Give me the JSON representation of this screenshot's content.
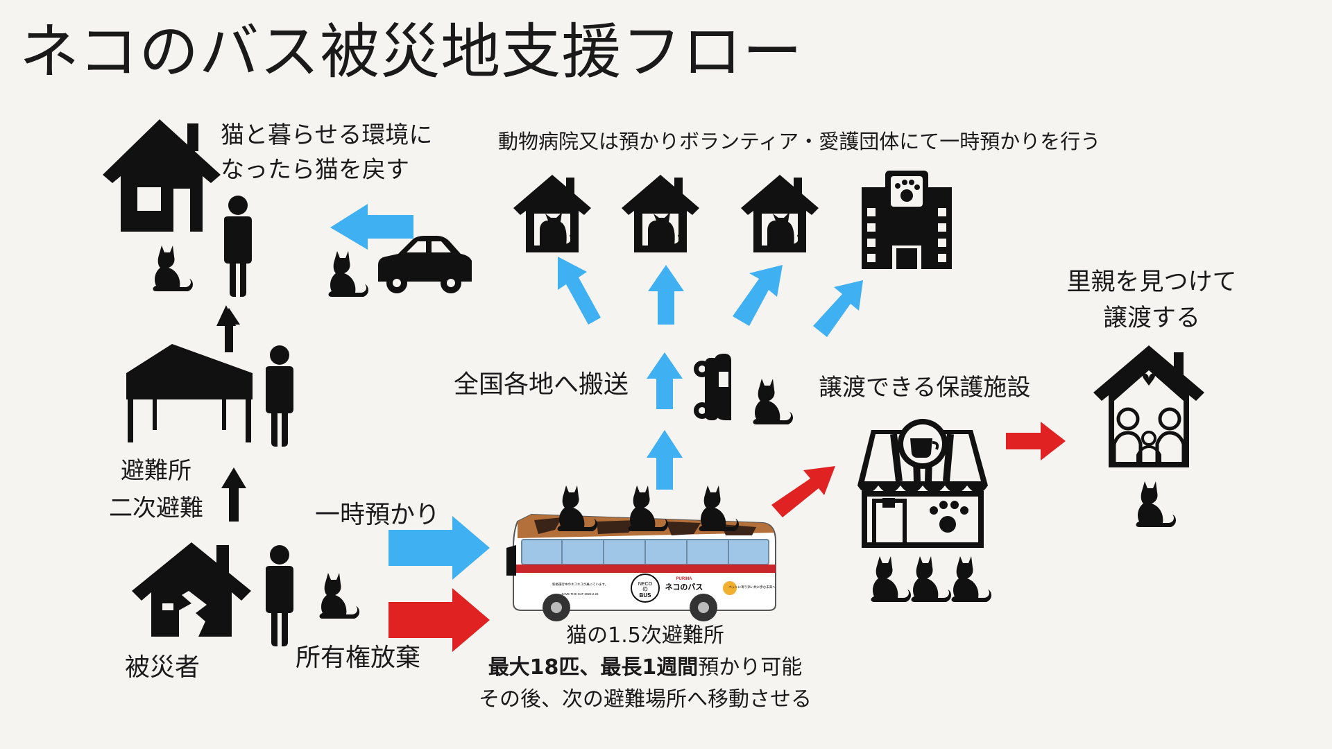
{
  "title": "ネコのバス被災地支援フロー",
  "labels": {
    "return_home_1": "猫と暮らせる環境に",
    "return_home_2": "なったら猫を戻す",
    "foster_top": "動物病院又は預かりボランティア・愛護団体にて一時預かりを行う",
    "shelter_1": "避難所",
    "shelter_2": "二次避難",
    "victim": "被災者",
    "temp_care": "一時預かり",
    "renounce": "所有権放棄",
    "transport": "全国各地へ搬送",
    "adoption_facility": "譲渡できる保護施設",
    "foster_family_1": "里親を見つけて",
    "foster_family_2": "譲渡する",
    "bus_1": "猫の1.5次避難所",
    "bus_2_bold_a": "最大18匹、最長1週間",
    "bus_2_rest": "預かり可能",
    "bus_3": "その後、次の避難場所へ移動させる"
  },
  "bus": {
    "brand": "PURINA",
    "name": "ネコのバス",
    "logo_top": "NECO",
    "logo_mid": "の",
    "logo_bottom": "BUS",
    "side_text": "新規運行中のネコネコが乗っています。",
    "save_text": "SAVE THE CAT 2022.2.22",
    "slogan": "ペットに寄り添い共に歩む未来へ"
  },
  "colors": {
    "blue": "#3fb1f2",
    "red": "#e02322",
    "black": "#111111",
    "background": "#f6f4f1",
    "bus_brown": "#b4703a",
    "bus_red": "#c8262b"
  },
  "icons": [
    "damaged-house-icon",
    "tent-icon",
    "home-icon",
    "person-icon",
    "cat-icon",
    "car-icon",
    "cat-house-icon",
    "animal-hospital-icon",
    "cat-cafe-icon",
    "family-house-icon",
    "bus-icon"
  ]
}
